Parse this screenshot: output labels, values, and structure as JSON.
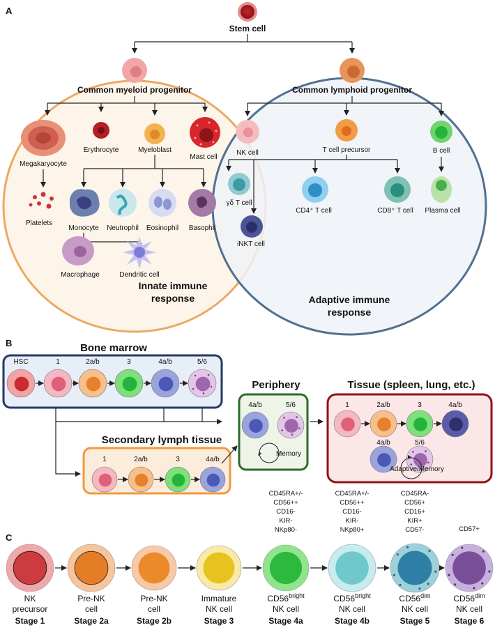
{
  "panels": {
    "a": "A",
    "b": "B",
    "c": "C"
  },
  "a": {
    "stem": "Stem cell",
    "cmp": "Common myeloid progenitor",
    "clp": "Common lymphoid progenitor",
    "mega": "Megakaryocyte",
    "ery": "Erythrocyte",
    "myelo": "Myeloblast",
    "mast": "Mast cell",
    "platelets": "Platelets",
    "mono": "Monocyte",
    "neut": "Neutrophil",
    "eos": "Eosinophil",
    "baso": "Basophil",
    "macro": "Macrophage",
    "dc": "Dendritic cell",
    "nk": "NK cell",
    "tpre": "T cell precursor",
    "bcell": "B cell",
    "gd": "γδ T cell",
    "cd4": "CD4⁺ T cell",
    "cd8": "CD8⁺ T cell",
    "plasma": "Plasma cell",
    "inkt": "iNKT cell",
    "innate1": "Innate immune",
    "innate2": "response",
    "adapt1": "Adaptive immune",
    "adapt2": "response"
  },
  "b": {
    "bm": "Bone marrow",
    "bm_stages": [
      "HSC",
      "1",
      "2a/b",
      "3",
      "4a/b",
      "5/6"
    ],
    "sec": "Secondary lymph tissue",
    "sec_stages": [
      "1",
      "2a/b",
      "3",
      "4a/b"
    ],
    "peri": "Periphery",
    "peri_stages": [
      "4a/b",
      "5/6"
    ],
    "memory": "Memory",
    "tissue": "Tissue (spleen, lung, etc.)",
    "tissue_top": [
      "1",
      "2a/b",
      "3",
      "4a/b"
    ],
    "tissue_bot": [
      "4a/b",
      "5/6"
    ],
    "adaptive_memory": "Adaptive/Memory"
  },
  "c": {
    "markers": [
      [
        "CD45RA+/-",
        "CD56++",
        "CD16-",
        "KIR-",
        "NKp80-"
      ],
      [
        "CD45RA+/-",
        "CD56++",
        "CD16-",
        "KIR-",
        "NKp80+"
      ],
      [
        "CD45RA-",
        "CD56+",
        "CD16+",
        "KIR+",
        "CD57-"
      ],
      [
        "CD57+"
      ]
    ],
    "stages": [
      {
        "l1": "NK",
        "l2": "precursor",
        "s": "Stage 1"
      },
      {
        "l1": "Pre-NK",
        "l2": "cell",
        "s": "Stage 2a"
      },
      {
        "l1": "Pre-NK",
        "l2": "cell",
        "s": "Stage 2b"
      },
      {
        "l1": "Immature",
        "l2": "NK cell",
        "s": "Stage 3"
      },
      {
        "l1": "CD56",
        "sup": "bright",
        "l2": "NK cell",
        "s": "Stage 4a"
      },
      {
        "l1": "CD56",
        "sup": "bright",
        "l2": "NK cell",
        "s": "Stage 4b"
      },
      {
        "l1": "CD56",
        "sup": "dim",
        "l2": "NK cell",
        "s": "Stage 5"
      },
      {
        "l1": "CD56",
        "sup": "dim",
        "l2": "NK cell",
        "s": "Stage 6"
      }
    ]
  }
}
